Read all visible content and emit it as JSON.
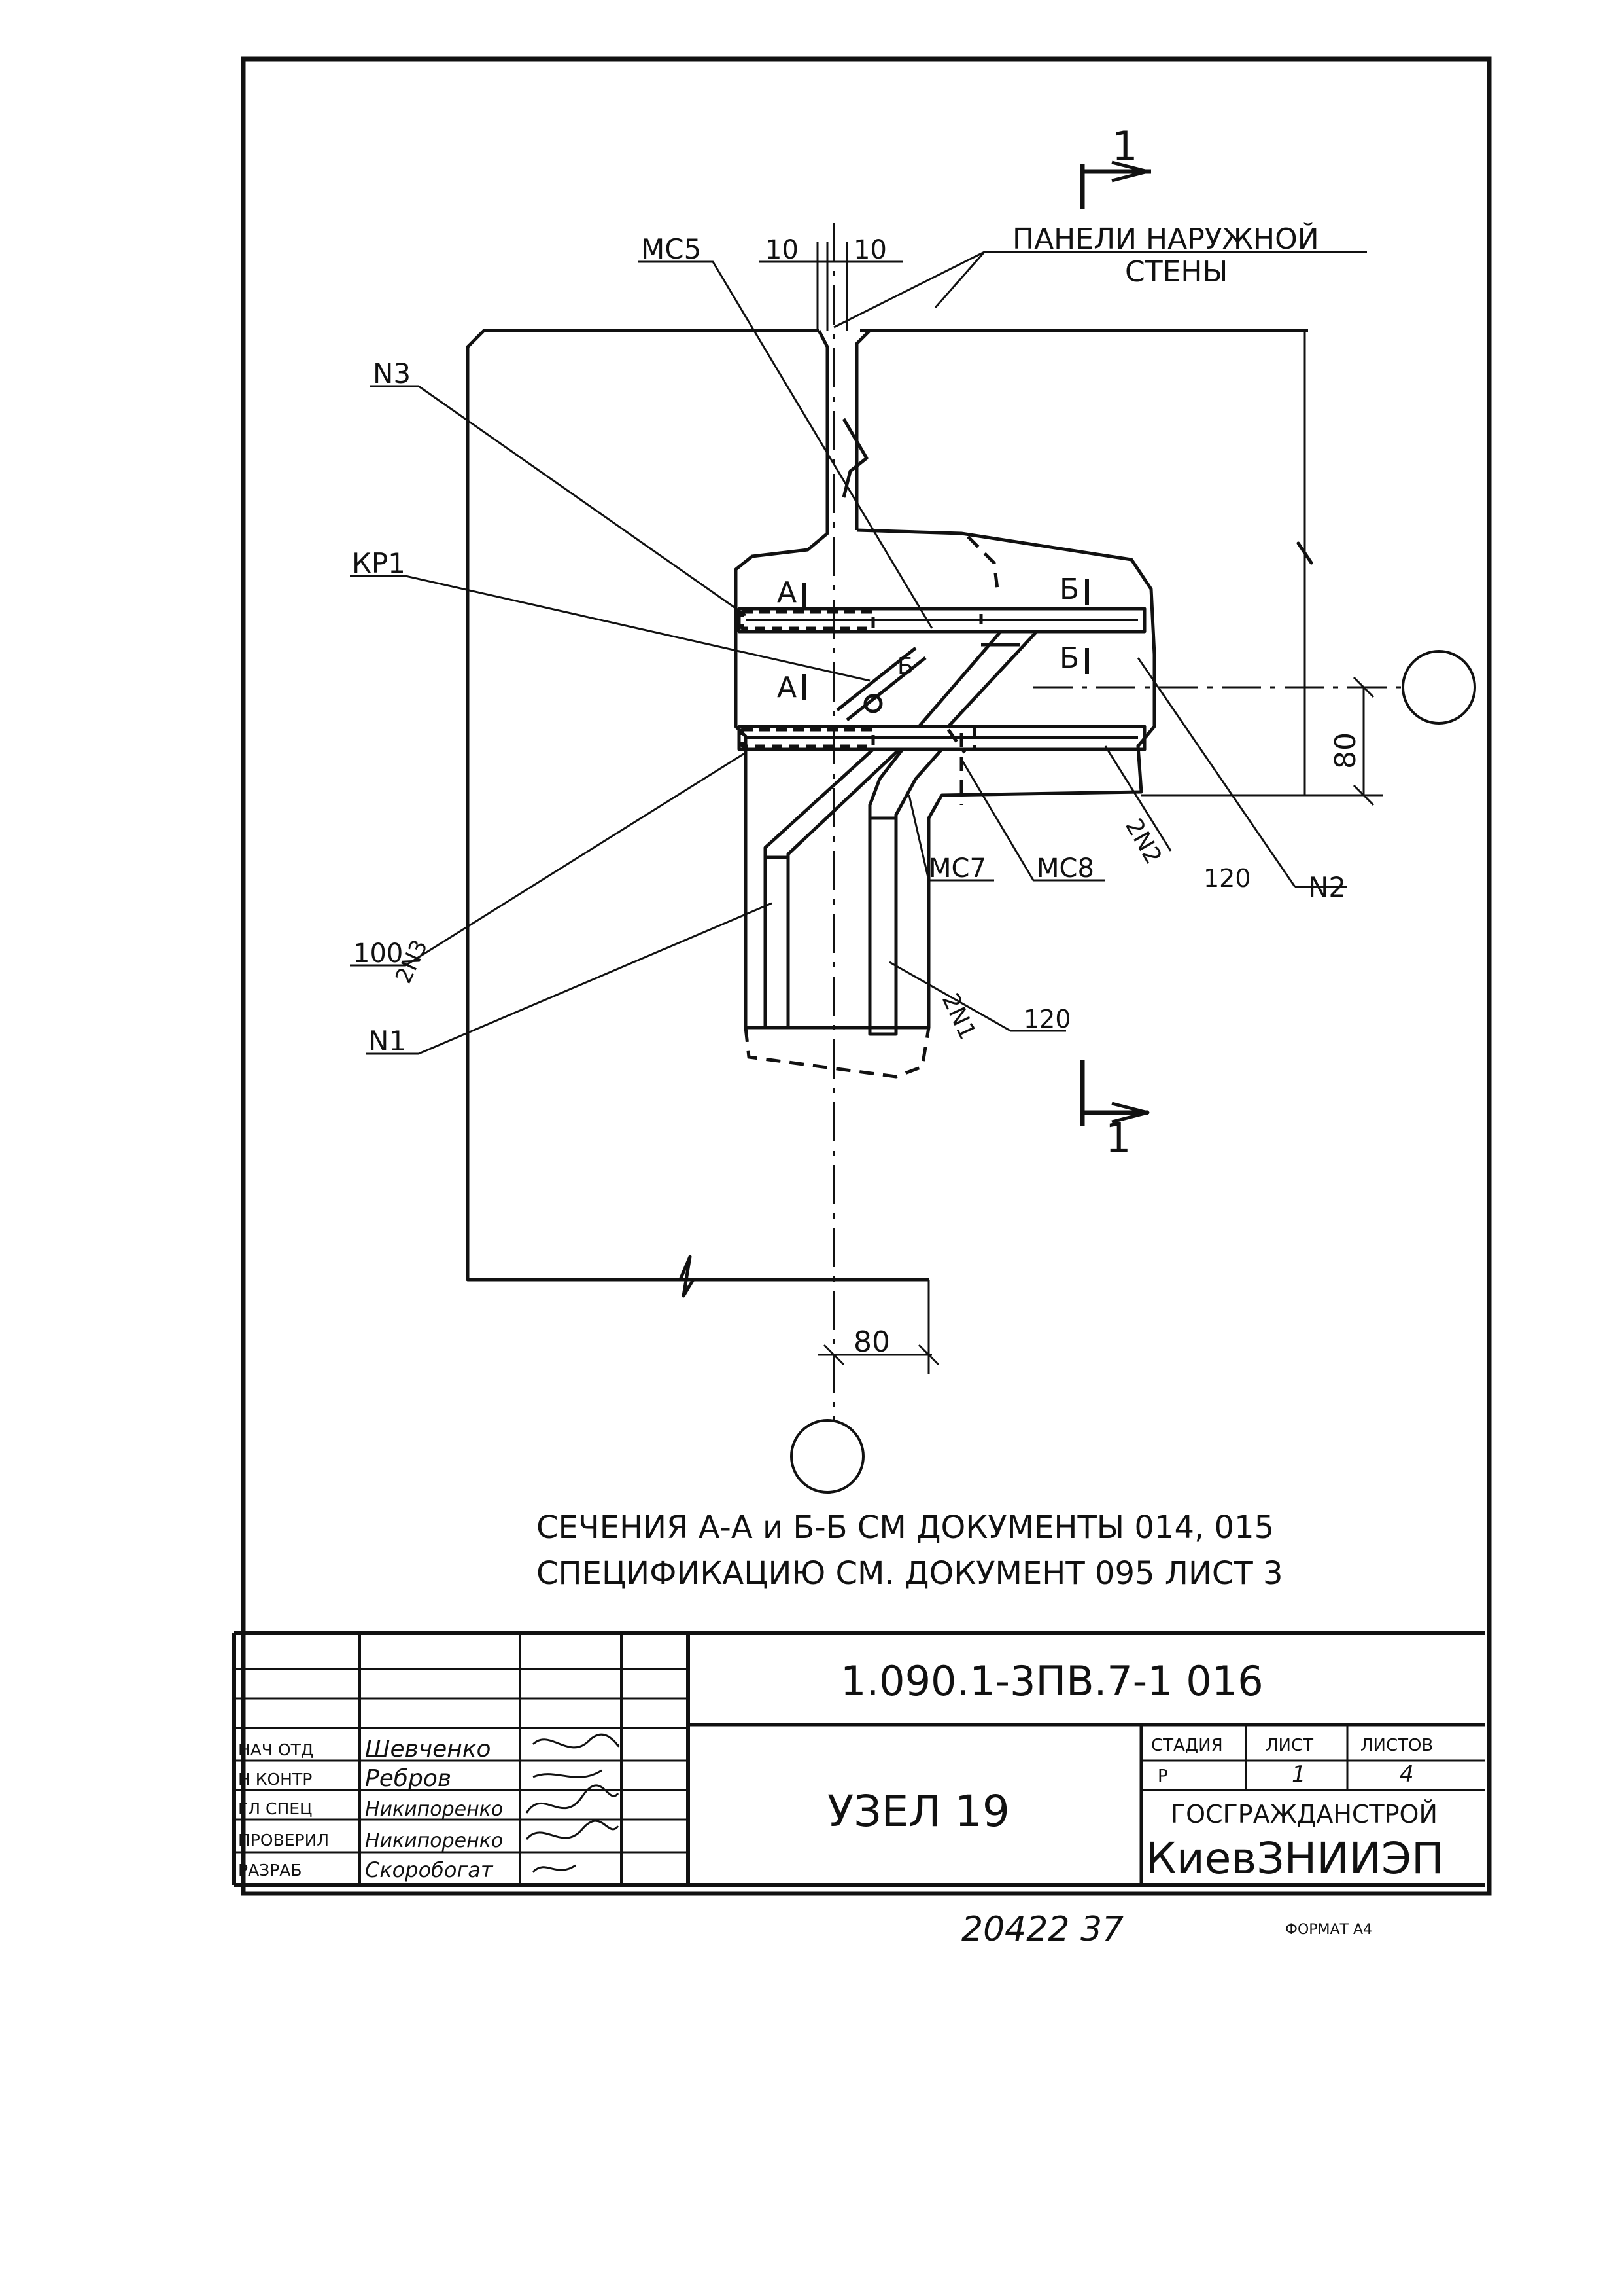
{
  "drawing": {
    "labels": {
      "section_mark_top": "1",
      "section_mark_bottom": "1",
      "dim_left": "10",
      "dim_right": "10",
      "dim_80_vertical": "80",
      "dim_80_bottom": "80",
      "panels_line1": "ПАНЕЛИ НАРУЖНОЙ",
      "panels_line2": "СТЕНЫ",
      "mc5": "МС5",
      "n3": "N3",
      "kp1": "КР1",
      "a_top": "А",
      "a_mid": "А",
      "b_top": "Б",
      "b_mid": "Б",
      "b_circle": "Б",
      "n2": "N2",
      "mc7": "МС7",
      "mc8": "МС8",
      "n2x2": "2N2",
      "w120_a": "120",
      "n3x2": "2N3",
      "w100": "100",
      "n1": "N1",
      "n1x2": "2N1",
      "w120_b": "120"
    },
    "notes": {
      "line1": "СЕЧЕНИЯ А-А и Б-Б СМ ДОКУМЕНТЫ 014, 015",
      "line2": "СПЕЦИФИКАЦИЮ СМ. ДОКУМЕНТ 095 ЛИСТ 3"
    }
  },
  "title_block": {
    "doc_code": "1.090.1-3ПВ.7-1   016",
    "title": "УЗЕЛ 19",
    "stage_header": "СТАДИЯ",
    "sheet_header": "ЛИСТ",
    "sheets_header": "ЛИСТОВ",
    "stage": "Р",
    "sheet": "1",
    "sheets": "4",
    "org_line1": "ГОСГРАЖДАНСТРОЙ",
    "org_line2": "КиевЗНИИЭП",
    "signatories": [
      {
        "role": "НАЧ ОТД",
        "name": "Шевченко"
      },
      {
        "role": "Н КОНТР",
        "name": "Ребров"
      },
      {
        "role": "ГЛ СПЕЦ",
        "name": "Никипоренко"
      },
      {
        "role": "ПРОВЕРИЛ",
        "name": "Никипоренко"
      },
      {
        "role": "РАЗРАБ",
        "name": "Скоробогат"
      }
    ]
  },
  "footer": {
    "inventory": "20422   37",
    "format": "ФОРМАТ А4"
  }
}
